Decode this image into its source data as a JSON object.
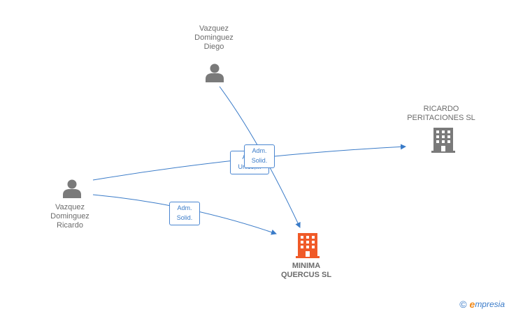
{
  "colors": {
    "edge": "#3a7bc8",
    "person_icon": "#7a7a7a",
    "company_icon": "#7a7a7a",
    "focus_icon": "#f05a28",
    "badge_border": "#4a86d1"
  },
  "nodes": {
    "diego": {
      "label": "Vazquez\nDominguez\nDiego",
      "icon": "person-icon"
    },
    "ricardo": {
      "label": "Vazquez\nDominguez\nRicardo",
      "icon": "person-icon"
    },
    "peritaciones": {
      "label": "RICARDO\nPERITACIONES SL",
      "icon": "building-icon"
    },
    "minima": {
      "label": "MINIMA\nQUERCUS  SL",
      "icon": "building-icon"
    }
  },
  "edges": {
    "ricardo_to_peritaciones": {
      "line1": "Adm.",
      "line2": "Unico,..."
    },
    "diego_to_minima": {
      "line1": "Adm.",
      "line2": "Solid."
    },
    "ricardo_to_minima": {
      "line1": "Adm.",
      "line2": "Solid."
    }
  },
  "brand": {
    "copyright": "©",
    "first_letter": "e",
    "rest": "mpresia"
  }
}
